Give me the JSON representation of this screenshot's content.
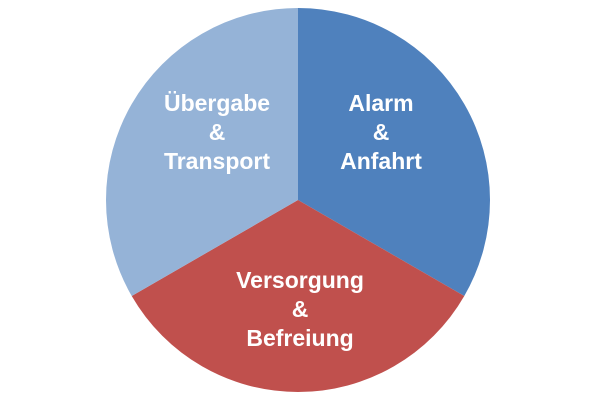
{
  "diagram": {
    "segments": [
      {
        "id": "alarm-anfahrt",
        "lines": [
          "Alarm",
          "&",
          "Anfahrt"
        ],
        "color": "#4f81bd"
      },
      {
        "id": "versorgung-befreiung",
        "lines": [
          "Versorgung",
          "&",
          "Befreiung"
        ],
        "color": "#c0504d"
      },
      {
        "id": "uebergabe-transport",
        "lines": [
          "Übergabe",
          "&",
          "Transport"
        ],
        "color": "#95b3d7"
      }
    ]
  }
}
